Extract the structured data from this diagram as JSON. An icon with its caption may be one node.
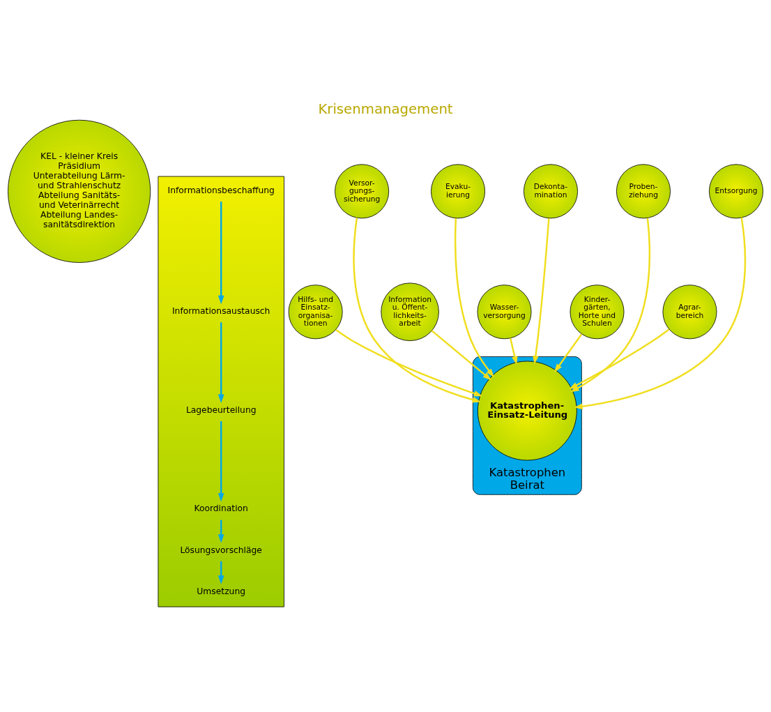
{
  "diagram": {
    "title": "Krisenmanagement",
    "nodes": [
      {
        "text": [
          "KEL - kleiner Kreis",
          "Präsidium",
          "Unterabteilung Lärm- und Strahlenschutz",
          "Abteilung Sanitäts- und Veterinärrecht",
          "Abteilung Landes- sanitätsdirektion"
        ]
      },
      {
        "text": [],
        "shape": "box"
      },
      {
        "text": [
          "Informationsbeschaffung"
        ],
        "in": 1
      },
      {
        "text": [
          "Informationsaustausch"
        ],
        "in": 1
      },
      {
        "text": [
          "Lagebeurteilung"
        ],
        "in": 1
      },
      {
        "text": [
          "Koordination"
        ],
        "in": 1
      },
      {
        "text": [
          "Lösungsvorschläge"
        ],
        "in": 1
      },
      {
        "text": [
          "Umsetzung"
        ],
        "in": 1
      },
      {
        "text": [
          "Katastrophen",
          "Beirat"
        ]
      },
      {
        "text": [
          "Katastrophen- Einsatz-Leitung"
        ],
        "in": 8
      },
      {
        "text": [
          "Hilfs- und Einsatz- organisa- tionen"
        ]
      },
      {
        "text": [
          "Versor- gungs- sicherung"
        ]
      },
      {
        "text": [
          "Information u. Öffent- lichkeits- arbeit"
        ]
      },
      {
        "text": [
          "Evaku- ierung"
        ]
      },
      {
        "text": [
          "Wasser- versorgung"
        ]
      },
      {
        "text": [
          "Dekonta- mination"
        ]
      },
      {
        "text": [
          "Kinder- gärten, Horte und Schulen"
        ]
      },
      {
        "text": [
          "Proben- ziehung"
        ]
      },
      {
        "text": [
          "Agrar- bereich"
        ]
      },
      {
        "text": [
          "Entsorgung"
        ]
      }
    ],
    "edges": [
      {
        "from": 2,
        "to": 3,
        "arrow": "to",
        "color": "#00a8e8"
      },
      {
        "from": 3,
        "to": 4,
        "arrow": "to",
        "color": "#00a8e8"
      },
      {
        "from": 4,
        "to": 5,
        "arrow": "to",
        "color": "#00a8e8"
      },
      {
        "from": 5,
        "to": 6,
        "arrow": "to",
        "color": "#00a8e8"
      },
      {
        "from": 6,
        "to": 7,
        "arrow": "to",
        "color": "#00a8e8"
      },
      {
        "from": 10,
        "to": 9,
        "arrow": "to"
      },
      {
        "from": 11,
        "to": 9,
        "arrow": "to"
      },
      {
        "from": 12,
        "to": 9,
        "arrow": "to"
      },
      {
        "from": 13,
        "to": 9,
        "arrow": "to"
      },
      {
        "from": 14,
        "to": 9,
        "arrow": "to"
      },
      {
        "from": 15,
        "to": 9,
        "arrow": "to"
      },
      {
        "from": 16,
        "to": 9,
        "arrow": "to"
      },
      {
        "from": 17,
        "to": 9,
        "arrow": "to"
      },
      {
        "from": 18,
        "to": 9,
        "arrow": "to"
      },
      {
        "from": 19,
        "to": 9,
        "arrow": "to"
      }
    ]
  }
}
